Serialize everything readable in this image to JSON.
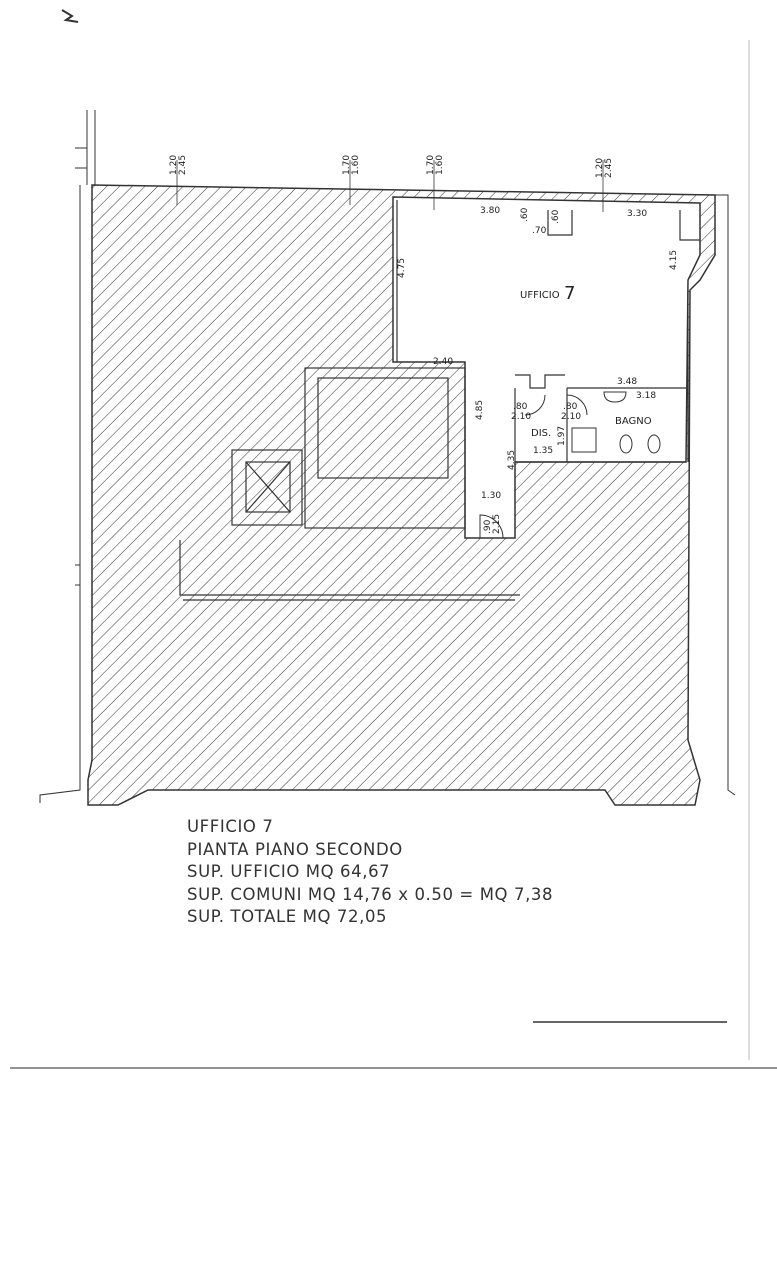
{
  "plan": {
    "room_name": "UFFICIO",
    "room_number": "7",
    "labels": {
      "dis": "DIS.",
      "bagno": "BAGNO"
    },
    "dimensions": {
      "win1": [
        "1.20",
        "2.45"
      ],
      "win2": [
        "1.70",
        "1.60"
      ],
      "win3": [
        "1.70",
        "1.60"
      ],
      "win4": [
        "1.20",
        "2.45"
      ],
      "top_left_width": "3.80",
      "top_right_width": "3.30",
      "pillar_w": ".70",
      "pillar_d1": ".60",
      "pillar_d2": ".60",
      "left_height": "4.75",
      "right_height": "4.15",
      "stair_width": "2.40",
      "corridor_height": "4.85",
      "corridor_height2": "4.35",
      "bagno_width1": "3.48",
      "bagno_width2": "3.18",
      "dis_width": "1.35",
      "dis_height": "1.97",
      "door1": [
        ".80",
        "2.10"
      ],
      "door2": [
        ".80",
        "2.10"
      ],
      "corridor_width": "1.30",
      "entry_door": [
        ".90",
        "2.15"
      ]
    }
  },
  "caption": {
    "line1": "UFFICIO 7",
    "line2": "PIANTA PIANO SECONDO",
    "line3": "SUP. UFFICIO MQ 64,67",
    "line4": "SUP. COMUNI MQ 14,76 x 0.50 = MQ 7,38",
    "line5": "SUP. TOTALE MQ 72,05"
  }
}
